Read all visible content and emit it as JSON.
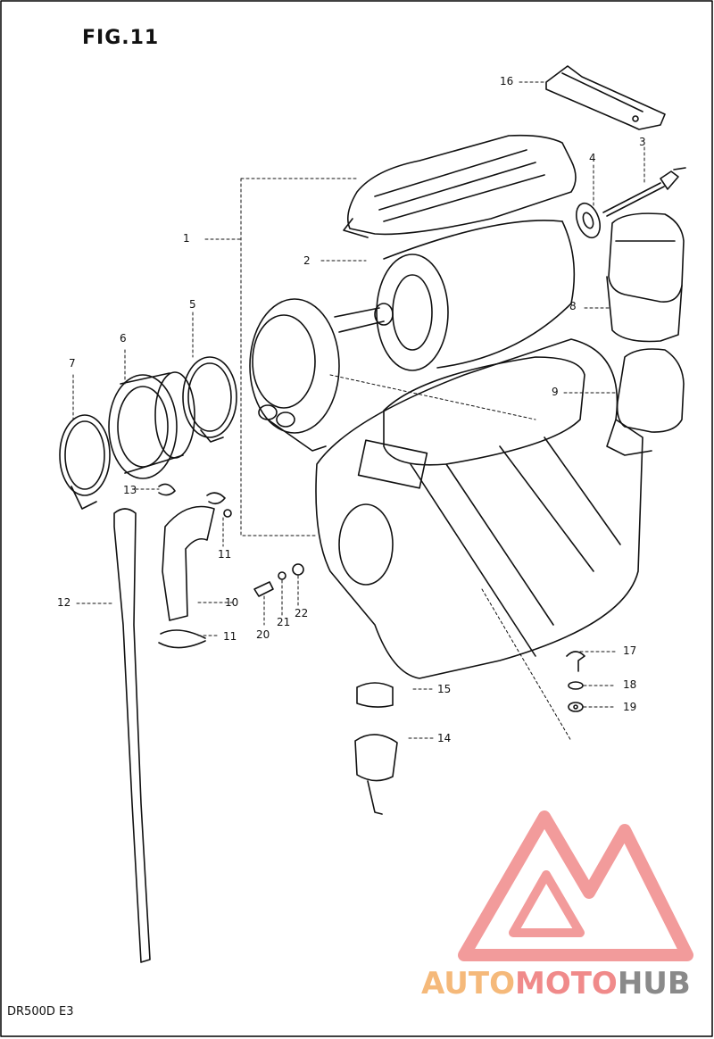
{
  "figure": {
    "title": "FIG.11",
    "model": "DR500D  E3"
  },
  "callouts": [
    "1",
    "2",
    "3",
    "4",
    "5",
    "6",
    "7",
    "8",
    "9",
    "10",
    "11",
    "11",
    "12",
    "13",
    "14",
    "15",
    "16",
    "17",
    "18",
    "19",
    "20",
    "21",
    "22"
  ],
  "logo": {
    "part1": "AUTO",
    "part2": "MOTO",
    "part3": "HUB"
  },
  "colors": {
    "line": "#111111",
    "logo_triangle": "#f08a8a",
    "logo_auto": "#f5b97a",
    "logo_hub": "#8a8a8a"
  }
}
